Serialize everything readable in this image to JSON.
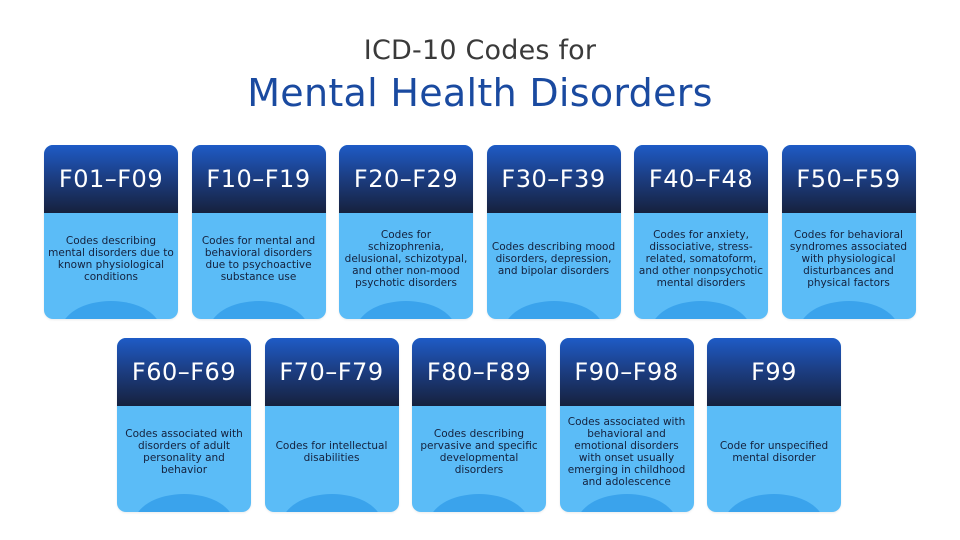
{
  "header": {
    "subtitle": "ICD-10 Codes for",
    "title": "Mental Health Disorders"
  },
  "colors": {
    "title_blue": "#1a4aa0",
    "header_gradient_top": "#1e5bc6",
    "header_gradient_bottom": "#16213d",
    "card_body": "#5bbcf7",
    "card_arc": "#3aa3ec"
  },
  "cards": [
    {
      "code": "F01–F09",
      "description": "Codes describing mental disorders due to known physiological conditions"
    },
    {
      "code": "F10–F19",
      "description": "Codes for mental and behavioral disorders due to psychoactive substance use"
    },
    {
      "code": "F20–F29",
      "description": "Codes for schizophrenia, delusional, schizotypal, and other non-mood psychotic disorders"
    },
    {
      "code": "F30–F39",
      "description": "Codes describing mood disorders, depression, and bipolar disorders"
    },
    {
      "code": "F40–F48",
      "description": "Codes for anxiety, dissociative, stress-related, somatoform, and other nonpsychotic mental disorders"
    },
    {
      "code": "F50–F59",
      "description": "Codes for behavioral syndromes associated with physiological disturbances and physical factors"
    },
    {
      "code": "F60–F69",
      "description": "Codes associated with disorders of adult personality and behavior"
    },
    {
      "code": "F70–F79",
      "description": "Codes for intellectual disabilities"
    },
    {
      "code": "F80–F89",
      "description": "Codes describing pervasive and specific developmental disorders"
    },
    {
      "code": "F90–F98",
      "description": "Codes associated with behavioral and emotional disorders with onset usually emerging in childhood and adolescence"
    },
    {
      "code": "F99",
      "description": "Code for unspecified mental disorder"
    }
  ]
}
